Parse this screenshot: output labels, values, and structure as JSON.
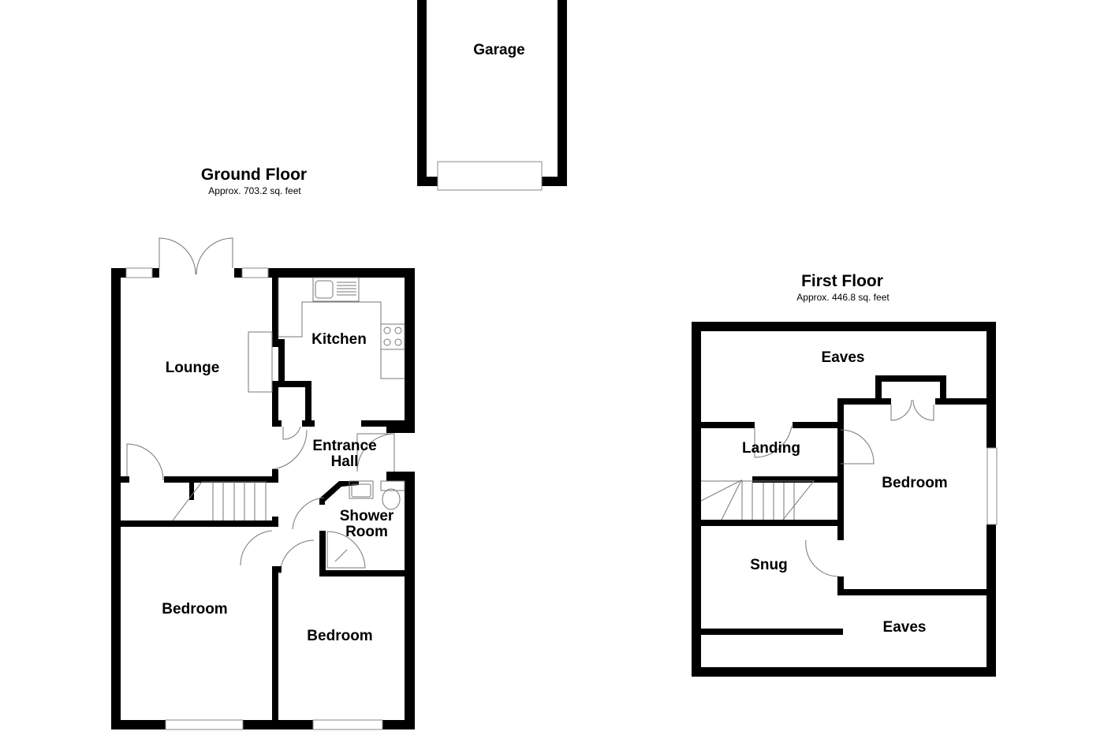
{
  "ground_floor": {
    "title": "Ground Floor",
    "area": "Approx. 703.2 sq. feet",
    "rooms": {
      "lounge": "Lounge",
      "kitchen": "Kitchen",
      "entrance_hall_1": "Entrance",
      "entrance_hall_2": "Hall",
      "shower_room_1": "Shower",
      "shower_room_2": "Room",
      "bedroom_left": "Bedroom",
      "bedroom_right": "Bedroom"
    }
  },
  "garage": {
    "label": "Garage"
  },
  "first_floor": {
    "title": "First Floor",
    "area": "Approx. 446.8 sq. feet",
    "rooms": {
      "eaves_top": "Eaves",
      "landing": "Landing",
      "bedroom": "Bedroom",
      "snug": "Snug",
      "eaves_bottom": "Eaves"
    }
  },
  "colors": {
    "wall": "#000000",
    "fixture_line": "#777777",
    "background": "#ffffff"
  }
}
